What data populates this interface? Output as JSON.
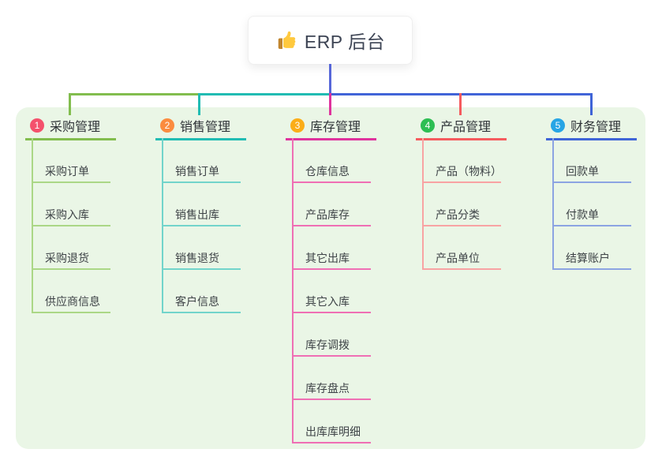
{
  "root": {
    "title": "ERP 后台",
    "icon": "thumbs-up-icon"
  },
  "canvas": {
    "background": "#FFFFFF",
    "panel_background": "#EAF6E6"
  },
  "connector_colors": {
    "root_line": "#5767D9",
    "rail_left": "#82BD4E",
    "rail_mid": "#21BCB3",
    "rail_right": "#4164D8"
  },
  "branches": [
    {
      "num": "1",
      "label": "采购管理",
      "badge_color": "#F4516C",
      "line_color": "#82BD4E",
      "sub_line_color": "#ABD786",
      "items": [
        "采购订单",
        "采购入库",
        "采购退货",
        "供应商信息"
      ]
    },
    {
      "num": "2",
      "label": "销售管理",
      "badge_color": "#FB8C3F",
      "line_color": "#21BCB3",
      "sub_line_color": "#72D4CB",
      "items": [
        "销售订单",
        "销售出库",
        "销售退货",
        "客户信息"
      ]
    },
    {
      "num": "3",
      "label": "库存管理",
      "badge_color": "#FBAD17",
      "line_color": "#DF339D",
      "sub_line_color": "#EF6FB4",
      "items": [
        "仓库信息",
        "产品库存",
        "其它出库",
        "其它入库",
        "库存调拨",
        "库存盘点",
        "出库库明细"
      ]
    },
    {
      "num": "4",
      "label": "产品管理",
      "badge_color": "#2DBE53",
      "line_color": "#F55B5E",
      "sub_line_color": "#F8A3A3",
      "items": [
        "产品（物料）",
        "产品分类",
        "产品单位"
      ]
    },
    {
      "num": "5",
      "label": "财务管理",
      "badge_color": "#27A5E5",
      "line_color": "#3F64D7",
      "sub_line_color": "#8CA4E2",
      "items": [
        "回款单",
        "付款单",
        "结算账户"
      ]
    }
  ]
}
